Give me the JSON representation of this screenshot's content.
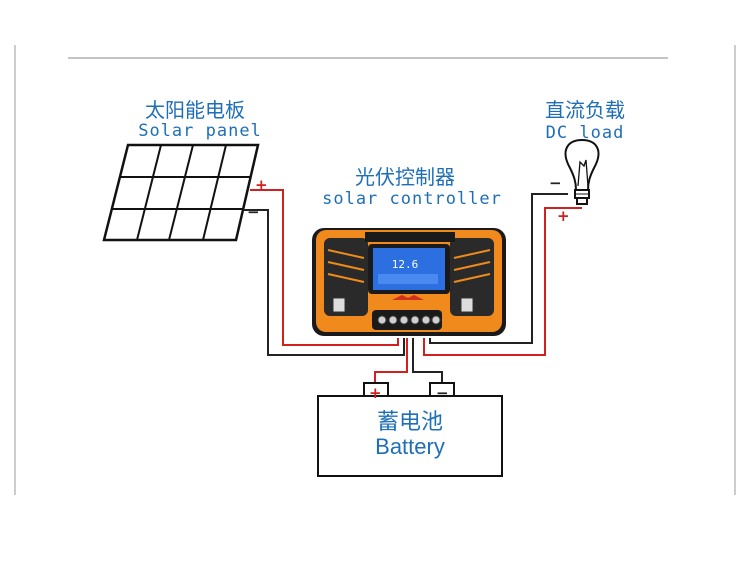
{
  "solar_panel": {
    "label_cn": "太阳能电板",
    "label_en": "Solar panel",
    "positive": "+",
    "negative": "−"
  },
  "controller": {
    "label_cn": "光伏控制器",
    "label_en": "solar controller",
    "display": "12.6"
  },
  "load": {
    "label_cn": "直流负载",
    "label_en": "DC load",
    "positive": "+",
    "negative": "−"
  },
  "battery": {
    "label_cn": "蓄电池",
    "label_en": "Battery",
    "positive": "+",
    "negative": "−"
  },
  "colors": {
    "text": "#1f6fb8",
    "positive_wire": "#d02020",
    "negative_wire": "#222222",
    "controller_body": "#f08a1c",
    "lcd": "#2b6fe0"
  }
}
